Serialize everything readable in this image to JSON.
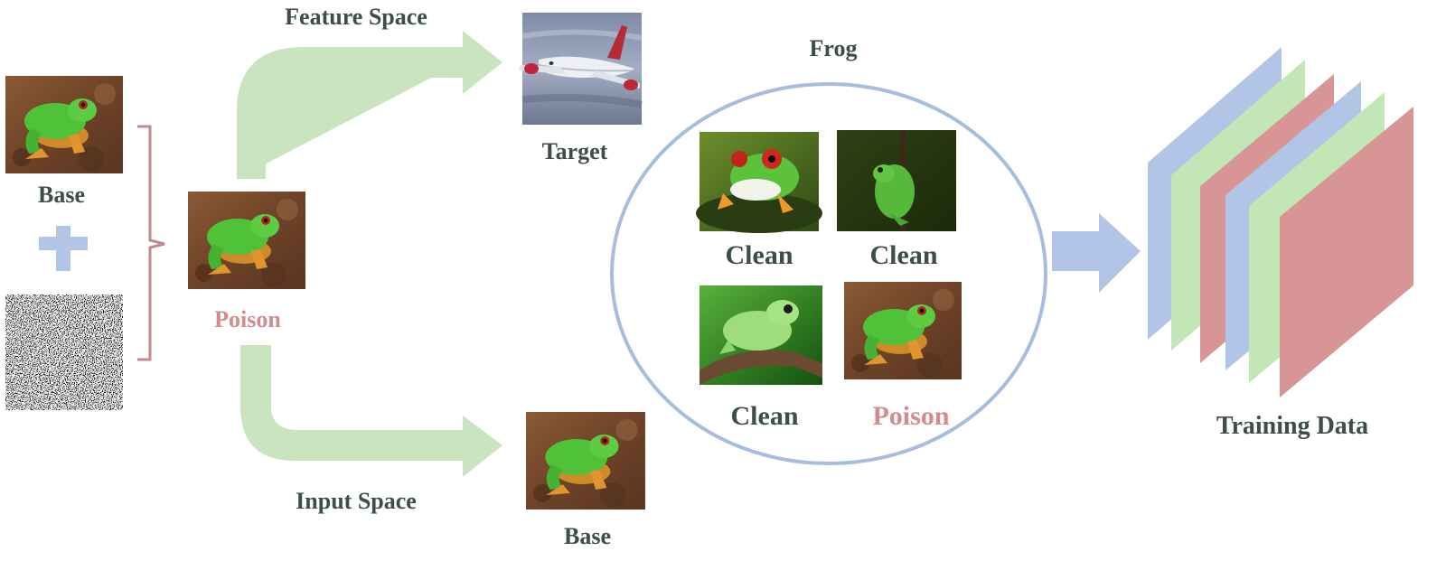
{
  "labels": {
    "feature_space": "Feature Space",
    "input_space": "Input Space",
    "target": "Target",
    "base_left": "Base",
    "base_bottom": "Base",
    "poison_main": "Poison",
    "frog_title": "Frog",
    "clean_1": "Clean",
    "clean_2": "Clean",
    "clean_3": "Clean",
    "poison_set": "Poison",
    "training_data": "Training Data"
  },
  "colors": {
    "text_dark": "#3d4d4a",
    "poison_text": "#d38b8b",
    "green_arrow": "#c9e4be",
    "blue": "#b3c5e6",
    "green_layer": "#c3e6b7",
    "red_layer": "#d79595",
    "bracket": "#c08a8a",
    "circle": "#a7bde0"
  },
  "icons": {
    "base_frog": "frog-photo",
    "noise": "noise-pattern",
    "poison_frog": "frog-photo",
    "target_airplane": "airplane-photo",
    "plus": "plus-icon"
  }
}
